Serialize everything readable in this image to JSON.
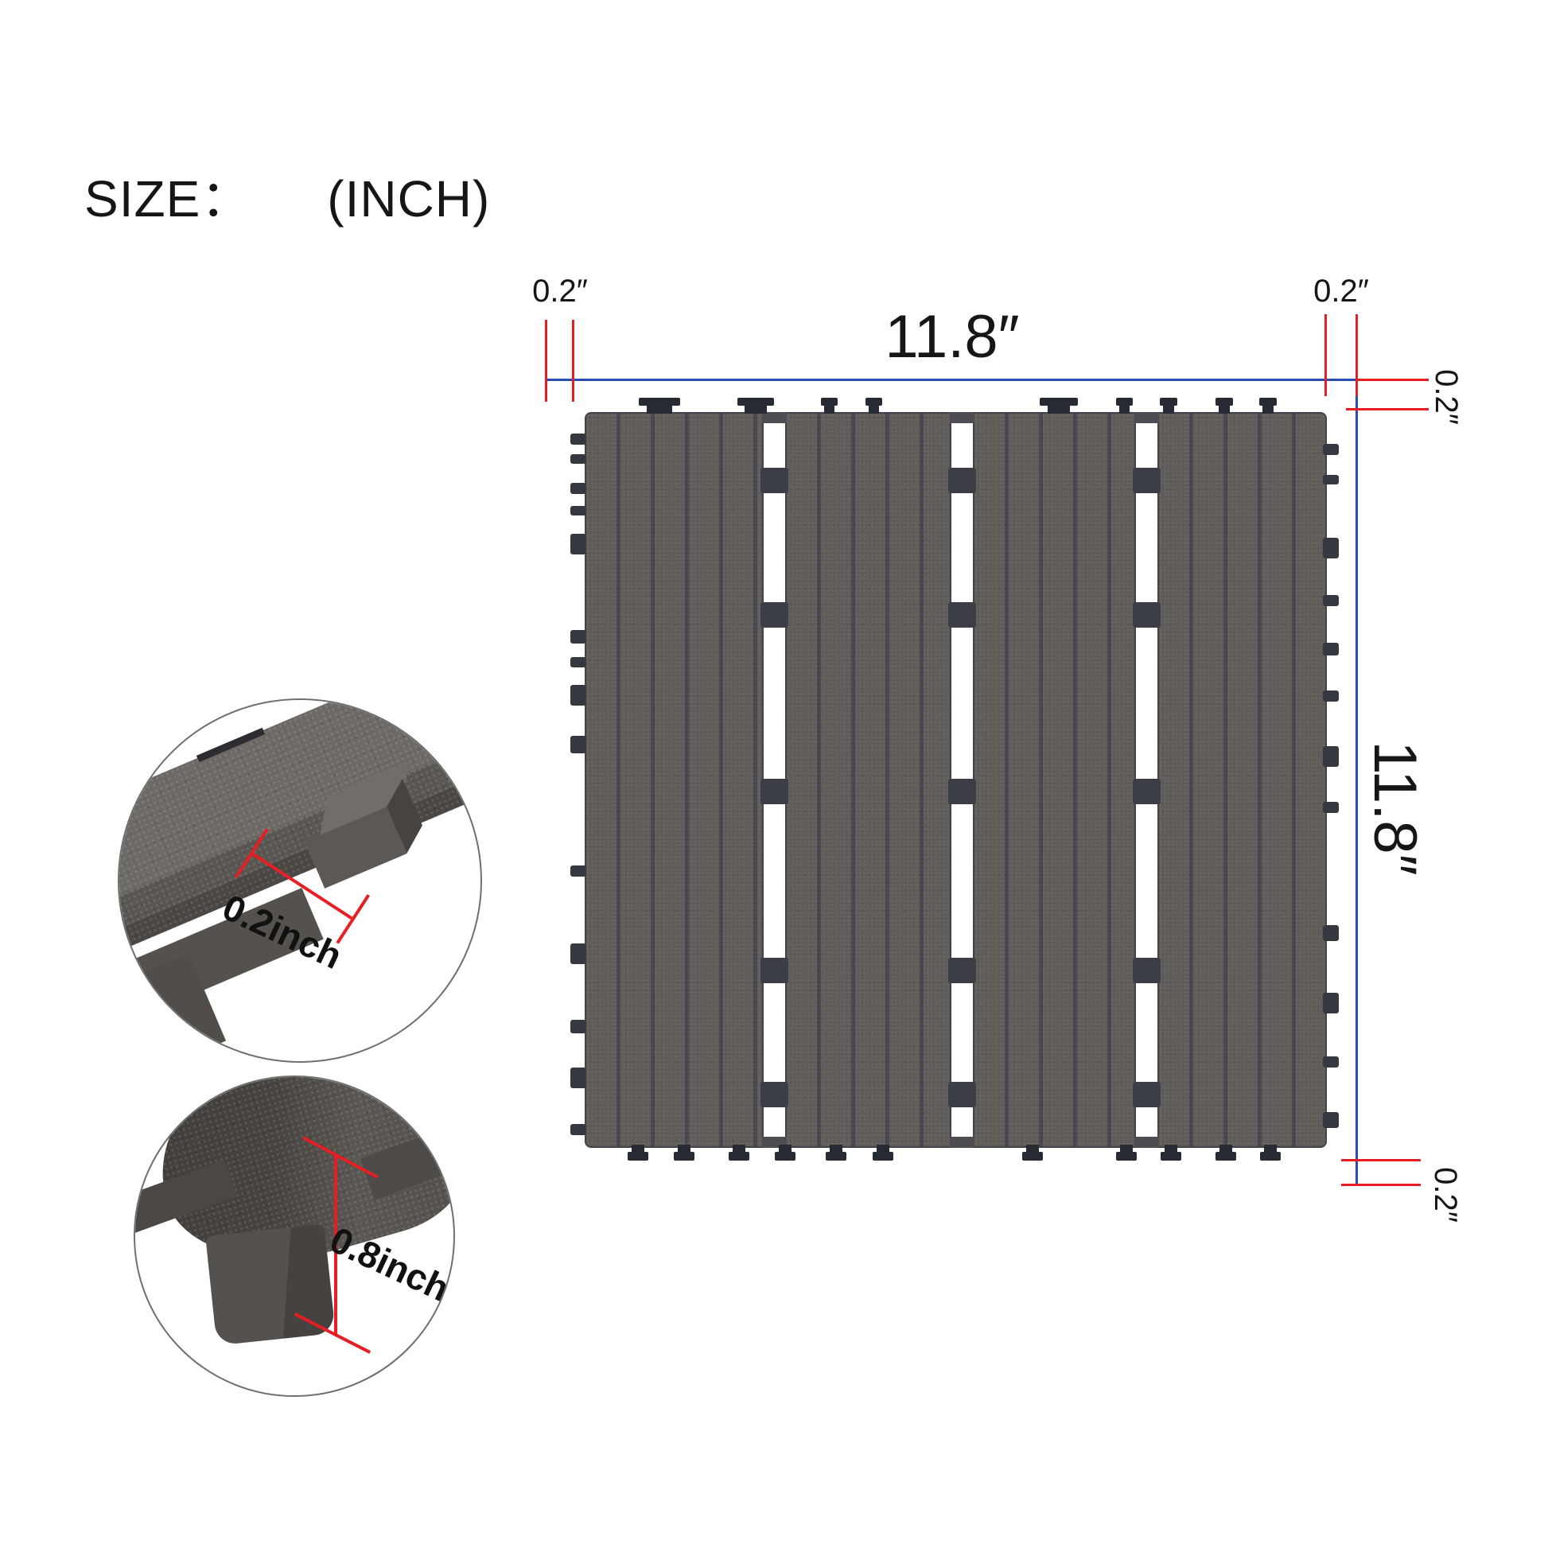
{
  "title": {
    "size_label": "SIZE：",
    "unit_label": "(INCH)"
  },
  "dimensions": {
    "top_left_offset": "0.2″",
    "width": "11.8″",
    "top_right_offset": "0.2″",
    "right_top_offset": "0.2″",
    "height": "11.8″",
    "right_bottom_offset": "0.2″"
  },
  "callouts": {
    "tab_gap_label": "0.2inch",
    "foot_height_label": "0.8inch"
  },
  "colors": {
    "dimension_blue": "#2a4bb3",
    "dimension_red": "#e81e25",
    "tile_slat": "#605c59",
    "tile_groove": "#484550",
    "tile_tab": "#262a33",
    "gap_block": "#3b3e46"
  }
}
